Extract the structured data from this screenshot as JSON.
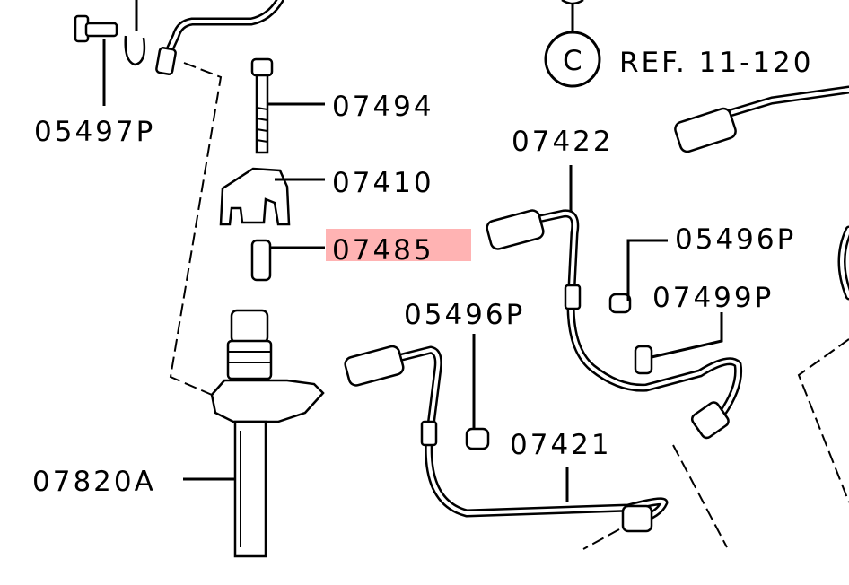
{
  "diagram": {
    "highlight_color": "#ffb3b3",
    "ref_circle": "C",
    "ref_text": "REF. 11-120",
    "labels": {
      "p05497P": "05497P",
      "p07494": "07494",
      "p07410": "07410",
      "p07485": "07485",
      "p07422": "07422",
      "p05496P_right": "05496P",
      "p07499P": "07499P",
      "p05496P_left": "05496P",
      "p07421": "07421",
      "p07820A": "07820A"
    }
  }
}
